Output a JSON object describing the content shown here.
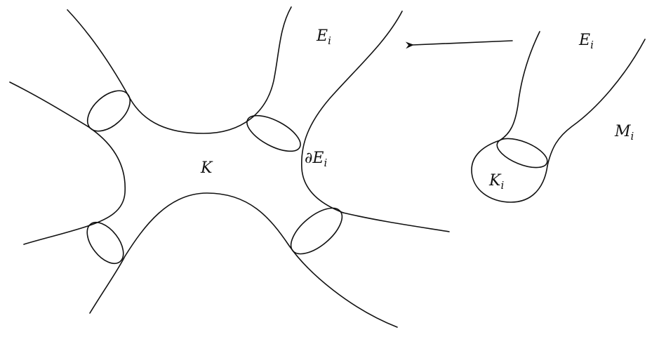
{
  "labels": {
    "E": "E",
    "i": "i",
    "K": "K",
    "partial": "∂",
    "M": "M"
  },
  "colors": {
    "stroke": "#111111",
    "background": "#ffffff"
  }
}
